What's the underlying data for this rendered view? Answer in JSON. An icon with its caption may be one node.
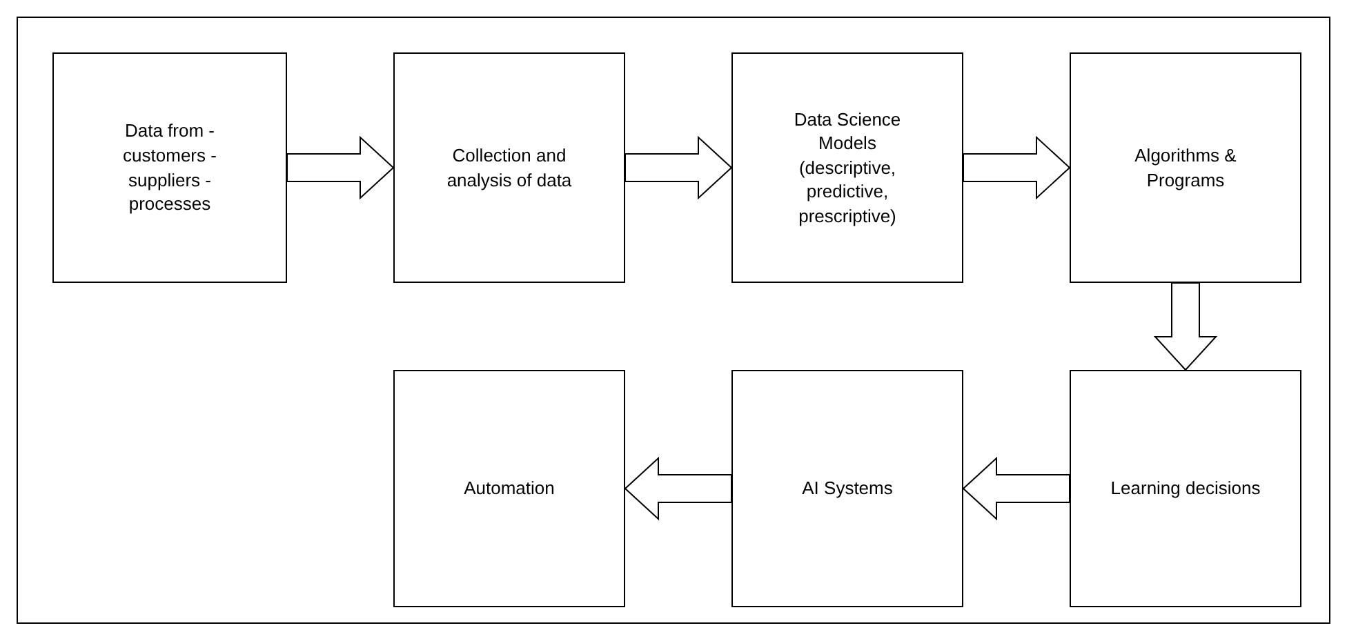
{
  "diagram": {
    "nodes": [
      {
        "text": [
          "Data from -customers -suppliers -processes"
        ]
      },
      {
        "text": [
          "Collection and analysis of data"
        ]
      },
      {
        "text": [
          "Data Science Models (descriptive, predictive, prescriptive)"
        ]
      },
      {
        "text": [
          "Algorithms & Programs"
        ]
      },
      {
        "text": [
          "Automation"
        ]
      },
      {
        "text": [
          "AI Systems"
        ]
      },
      {
        "text": [
          "Learning decisions"
        ]
      }
    ],
    "edges": [
      {
        "from": 0,
        "to": 1,
        "arrow": "to"
      },
      {
        "from": 1,
        "to": 2,
        "arrow": "to"
      },
      {
        "from": 2,
        "to": 3,
        "arrow": "to"
      },
      {
        "from": 3,
        "to": 6,
        "arrow": "to"
      },
      {
        "from": 6,
        "to": 5,
        "arrow": "to"
      },
      {
        "from": 5,
        "to": 4,
        "arrow": "to"
      }
    ]
  }
}
